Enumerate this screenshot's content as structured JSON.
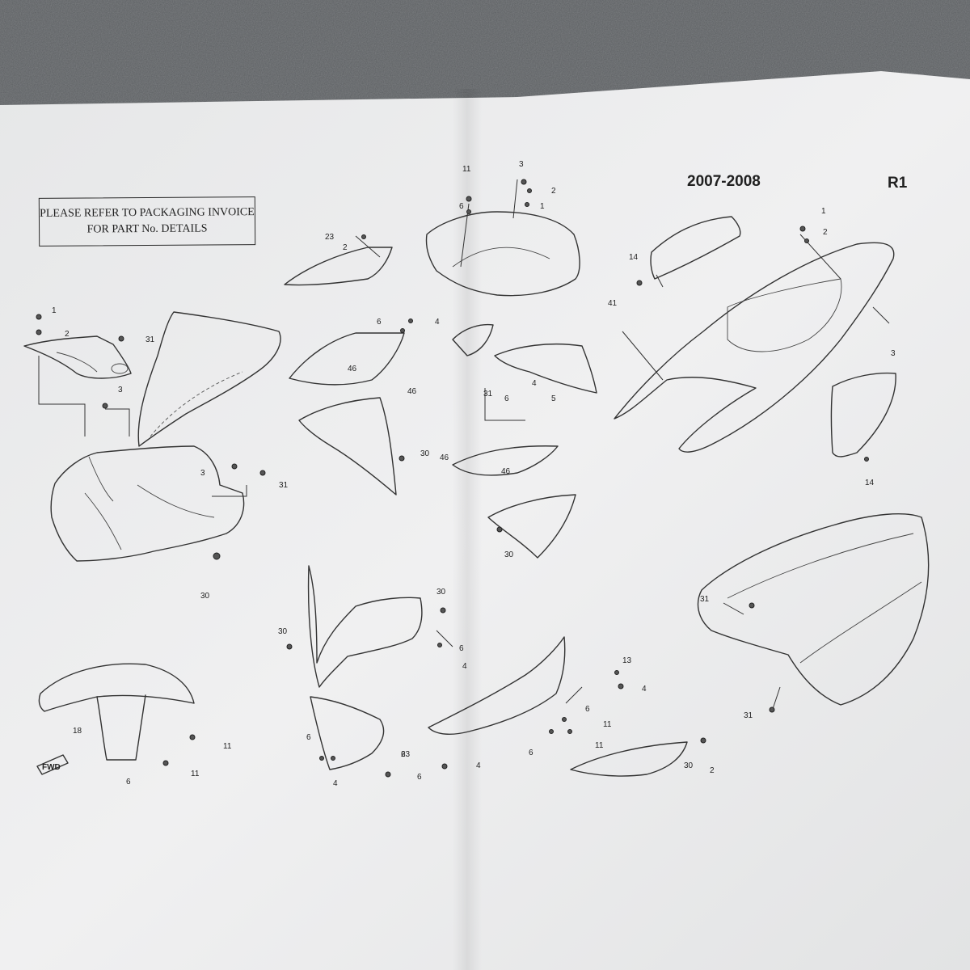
{
  "document": {
    "notice_line1": "PLEASE REFER TO PACKAGING INVOICE",
    "notice_line2": "FOR PART No. DETAILS",
    "years": "2007-2008",
    "model": "R1"
  },
  "callouts": [
    {
      "id": "c1",
      "text": "1"
    },
    {
      "id": "c2",
      "text": "2"
    },
    {
      "id": "c3",
      "text": "31"
    },
    {
      "id": "c4",
      "text": "3"
    },
    {
      "id": "c5",
      "text": "3"
    },
    {
      "id": "c6",
      "text": "31"
    },
    {
      "id": "c7",
      "text": "30"
    },
    {
      "id": "c8",
      "text": "23"
    },
    {
      "id": "c9",
      "text": "2"
    },
    {
      "id": "c10",
      "text": "11"
    },
    {
      "id": "c11",
      "text": "6"
    },
    {
      "id": "c12",
      "text": "3"
    },
    {
      "id": "c13",
      "text": "2"
    },
    {
      "id": "c14",
      "text": "1"
    },
    {
      "id": "c15",
      "text": "6"
    },
    {
      "id": "c16",
      "text": "4"
    },
    {
      "id": "c17",
      "text": "46"
    },
    {
      "id": "c18",
      "text": "46"
    },
    {
      "id": "c19",
      "text": "30"
    },
    {
      "id": "c20",
      "text": "31"
    },
    {
      "id": "c21",
      "text": "4"
    },
    {
      "id": "c22",
      "text": "6"
    },
    {
      "id": "c23",
      "text": "5"
    },
    {
      "id": "c24",
      "text": "46"
    },
    {
      "id": "c25",
      "text": "46"
    },
    {
      "id": "c26",
      "text": "30"
    },
    {
      "id": "c27",
      "text": "1"
    },
    {
      "id": "c28",
      "text": "2"
    },
    {
      "id": "c29",
      "text": "14"
    },
    {
      "id": "c30",
      "text": "41"
    },
    {
      "id": "c31",
      "text": "3"
    },
    {
      "id": "c32",
      "text": "14"
    },
    {
      "id": "c33",
      "text": "31"
    },
    {
      "id": "c34",
      "text": "31"
    },
    {
      "id": "c35",
      "text": "30"
    },
    {
      "id": "c36",
      "text": "30"
    },
    {
      "id": "c37",
      "text": "6"
    },
    {
      "id": "c38",
      "text": "4"
    },
    {
      "id": "c39",
      "text": "18"
    },
    {
      "id": "c40",
      "text": "11"
    },
    {
      "id": "c41",
      "text": "6"
    },
    {
      "id": "c42",
      "text": "11"
    },
    {
      "id": "c43",
      "text": "13"
    },
    {
      "id": "c44",
      "text": "4"
    },
    {
      "id": "c45",
      "text": "6"
    },
    {
      "id": "c46",
      "text": "11"
    },
    {
      "id": "c47",
      "text": "6"
    },
    {
      "id": "c48",
      "text": "11"
    },
    {
      "id": "c49",
      "text": "6"
    },
    {
      "id": "c50",
      "text": "4"
    },
    {
      "id": "c51",
      "text": "6"
    },
    {
      "id": "c52",
      "text": "4"
    },
    {
      "id": "c53",
      "text": "6"
    },
    {
      "id": "c54",
      "text": "30"
    },
    {
      "id": "c55",
      "text": "2"
    },
    {
      "id": "c56",
      "text": "23"
    }
  ],
  "fwd_label": "FWD",
  "colors": {
    "paper": "#ededee",
    "carpet": "#54575a",
    "ink": "#2c2c2c"
  }
}
